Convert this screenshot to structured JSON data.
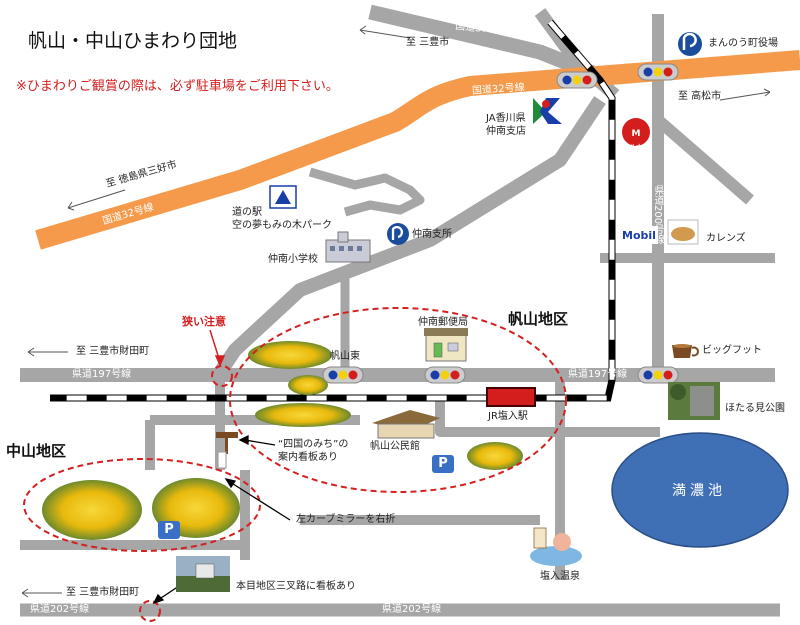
{
  "title": "帆山・中山ひまわり団地",
  "notice": "※ひまわりご観賞の際は、必ず駐車場をご利用下さい。",
  "roads": {
    "r377": "国道377号線",
    "r32_top": "国道32号線",
    "r32_left": "国道32号線",
    "r197_left": "県道197号線",
    "r197_right": "県道197号線",
    "r200": "県道200号線",
    "r202_left": "県道202号線",
    "r202_right": "県道202号線"
  },
  "directions": {
    "mitoyo_top": "至 三豊市",
    "takamatsu": "至 高松市",
    "tokushima": "至 徳島県三好市",
    "zaita_mid": "至 三豊市財田町",
    "zaita_bottom": "至 三豊市財田町"
  },
  "places": {
    "town_office": "まんのう町役場",
    "ja": "JA香川県\n仲南支店",
    "michinoeki": "道の駅\n空の夢もみの木パーク",
    "chunan_branch": "仲南支所",
    "school": "仲南小学校",
    "karenz": "カレンズ",
    "post_office": "仲南郵便局",
    "bigfoot": "ビッグフット",
    "hanayama_higashi": "帆山東",
    "jr_station": "JR塩入駅",
    "firefly_park": "ほたる見公園",
    "kominkan": "帆山公民館",
    "lake": "満濃池",
    "onsen": "塩入温泉",
    "mobil": "Mobil",
    "marunaka": "マルナカ"
  },
  "districts": {
    "hanayama": "帆山地区",
    "nakayama": "中山地区"
  },
  "annotations": {
    "narrow": "狭い注意",
    "shikoku_sign": "“四国のみち”の\n案内看板あり",
    "curve_mirror": "左カーブミラーを右折",
    "honme_sign": "本目地区三叉路に看板あり"
  },
  "parking_label": "P",
  "colors": {
    "national_road": "#f59a4a",
    "prefectural_road": "#a6a6a6",
    "lake": "#3f6fb5",
    "warning": "#d42020",
    "parking": "#3a6fc6",
    "sunflower": "#f2c40f",
    "station": "#d41e1e"
  }
}
